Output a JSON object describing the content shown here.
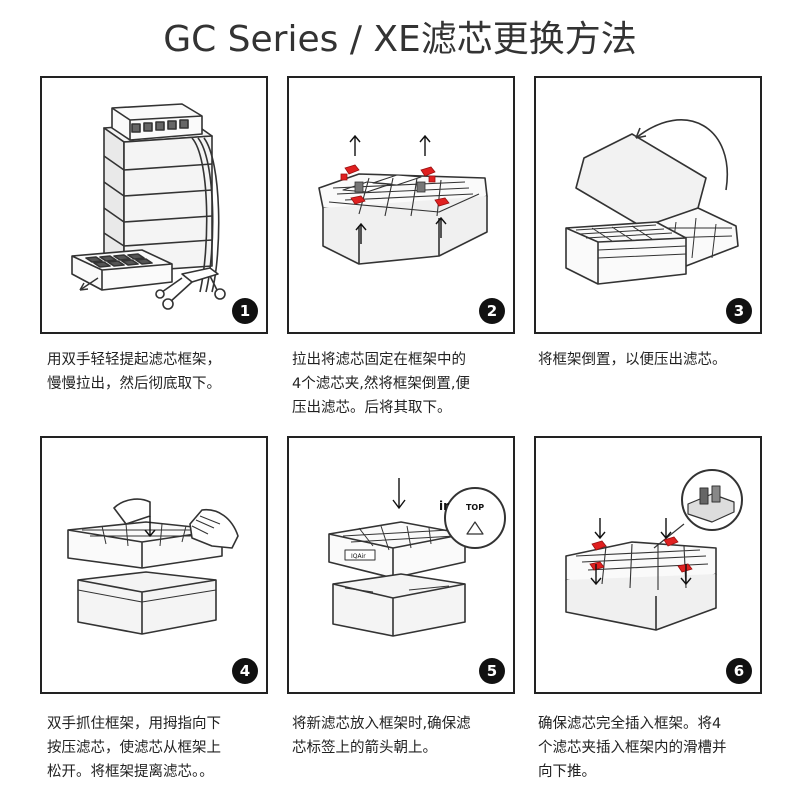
{
  "title": "GC Series / XE滤芯更换方法",
  "steps": [
    {
      "number": "1",
      "caption": "用双手轻轻提起滤芯框架，\n慢慢拉出，然后彻底取下。"
    },
    {
      "number": "2",
      "caption": "拉出将滤芯固定在框架中的\n4个滤芯夹,然将框架倒置,便\n压出滤芯。后将其取下。"
    },
    {
      "number": "3",
      "caption": "将框架倒置，以便压出滤芯。"
    },
    {
      "number": "4",
      "caption": "双手抓住框架，用拇指向下\n按压滤芯，使滤芯从框架上\n松开。将框架提离滤芯。。"
    },
    {
      "number": "5",
      "caption": "将新滤芯放入框架时,确保滤\n芯标签上的箭头朝上。",
      "label_top": "TOP",
      "label_brand": "ir",
      "label_brand2": "IQAir"
    },
    {
      "number": "6",
      "caption": "确保滤芯完全插入框架。将4\n个滤芯夹插入框架内的滑槽并\n向下推。"
    }
  ],
  "colors": {
    "clip": "#e02020",
    "line": "#333333",
    "fill": "#f2f2f2"
  }
}
